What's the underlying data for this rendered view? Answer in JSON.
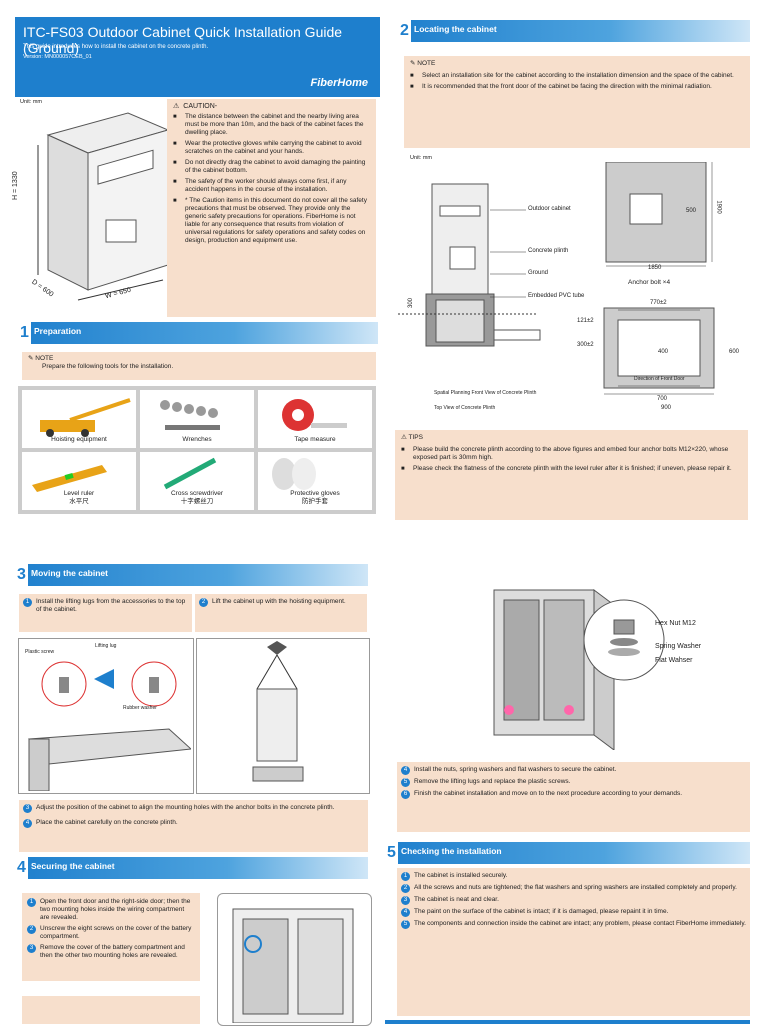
{
  "header": {
    "title": "ITC-FS03 Outdoor Cabinet Quick Installation Guide (Ground)",
    "subtitle": "This guide introduces how to install the cabinet on the concrete plinth.",
    "version": "Version: MN000057CEB_01",
    "logo": "FiberHome"
  },
  "unit": "Unit: mm",
  "cabinet_dims": {
    "h": "H = 1330",
    "d": "D = 600",
    "w": "W = 650"
  },
  "caution": {
    "title": "CAUTION-",
    "items": [
      "The distance between the cabinet and the nearby living area must be more than 10m, and the back of the cabinet faces the dwelling place.",
      "Wear the protective gloves while carrying the cabinet to avoid scratches on the cabinet and your hands.",
      "Do not directly drag the cabinet to avoid damaging the painting of the cabinet bottom.",
      "The safety of the worker should always come first, if any accident happens in the course of the installation.",
      "* The Caution items in this document do not cover all the safety precautions that must be  observed. They provide only the generic safety precautions for operations. FiberHome is not  liable for any consequence that results from violation of universal regulations for safety operations and safety codes on design, production and equipment use."
    ]
  },
  "s1": {
    "num": "1",
    "title": "Preparation",
    "note_title": "NOTE",
    "note": "Prepare the following tools for the installation.",
    "tools": [
      {
        "name": "Hoisting equipment",
        "cn": ""
      },
      {
        "name": "Wrenches",
        "cn": ""
      },
      {
        "name": "Tape measure",
        "cn": ""
      },
      {
        "name": "Level ruler",
        "cn": "水平尺"
      },
      {
        "name": "Cross screwdriver",
        "cn": "十字螺丝刀"
      },
      {
        "name": "Protective gloves",
        "cn": "防护手套"
      }
    ]
  },
  "s2": {
    "num": "2",
    "title": "Locating the cabinet",
    "note_title": "NOTE",
    "notes": [
      "Select an installation site for the cabinet according to the installation dimension and the space of the cabinet.",
      "It is recommended that the front door of the cabinet be facing the direction with the minimal  radiation."
    ],
    "labels": {
      "outdoor": "Outdoor cabinet",
      "plinth": "Concrete plinth",
      "ground": "Ground",
      "pvc": "Embedded PVC tube",
      "anchor": "Anchor bolt ×4",
      "d1900": "1900",
      "d1850": "1850",
      "d500": "500",
      "d770": "770±2",
      "d121": "121±2",
      "d300a": "300±2",
      "d400": "400",
      "d600": "600",
      "d700": "700",
      "d900": "900",
      "d300": "300",
      "front": "Direction of Front Door",
      "spatial": "Spatial Planning  Front View of Concrete Plinth",
      "top": "Top View of Concrete Plinth"
    },
    "tips_title": "TIPS",
    "tips": [
      "Please build the concrete plinth according to the  above figures and embed four anchor bolts  M12×220, whose exposed part is 30mm high.",
      "Please check the flatness of the concrete plinth  with the level ruler after it is finished; if uneven,  please repair it."
    ]
  },
  "s3": {
    "num": "3",
    "title": "Moving the cabinet",
    "steps": [
      "Install the lifting lugs from the accessories to the top of the cabinet.",
      "Lift the cabinet up with the hoisting equipment.",
      "Adjust the position of the cabinet to align the mounting holes with the anchor bolts in the concrete plinth.",
      "Place the cabinet carefully on the concrete plinth."
    ],
    "labels": {
      "plastic": "Plastic screw",
      "lug": "Lifting lug",
      "washer": "Rubber washer"
    }
  },
  "s4": {
    "num": "4",
    "title": "Securing the cabinet",
    "steps": [
      "Open the front door and the right-side door; then the two mounting holes inside the wiring compartment are revealed.",
      "Unscrew the eight screws on the cover of the battery compartment.",
      "Remove the cover of the battery compartment and then the other two mounting holes are revealed."
    ],
    "right_steps": [
      "Install the nuts, spring washers and flat washers to secure the cabinet.",
      "Remove the lifting lugs and replace the plastic screws.",
      "Finish the cabinet installation and move on to the next procedure according to your demands."
    ],
    "parts": {
      "nut": "Hex Nut M12",
      "spring": "Spring Washer",
      "flat": "Flat Wahser"
    }
  },
  "s5": {
    "num": "5",
    "title": "Checking the installation",
    "items": [
      "The cabinet is installed securely.",
      "All the screws and nuts are tightened; the flat washers and spring washers are installed completely and properly.",
      "The cabinet is neat and clear.",
      "The paint on the surface of the cabinet is intact; if it is damaged, please repaint it in time.",
      "The components and connection inside the cabinet are intact; any problem, please contact FiberHome immediately."
    ]
  },
  "colors": {
    "brand": "#1e7fcd",
    "peach": "#f7dfcc"
  }
}
